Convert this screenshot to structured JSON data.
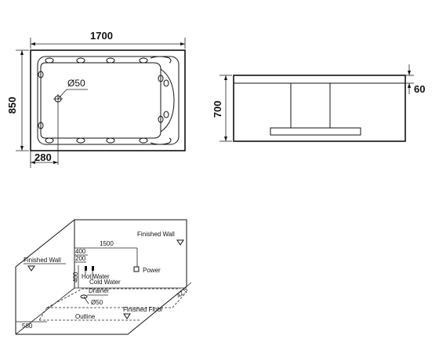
{
  "top_view": {
    "width_label": "1700",
    "depth_label": "850",
    "drain_offset_label": "280",
    "drain_diameter_label": "Ø50"
  },
  "side_view": {
    "height_label": "700",
    "rim_label": "60"
  },
  "install_view": {
    "finished_wall_right": "Finished Wall",
    "finished_wall_left": "Finished Wall",
    "dim_400_top": "400",
    "dim_200": "200",
    "dim_1500": "1500",
    "dim_400_side": "400",
    "power": "Power",
    "hot_water": "Hot Water",
    "cold_water": "Cold Water",
    "drainer": "Drainer",
    "drain_diameter": "Ø50",
    "finished_floor": "Finished Floor",
    "outline": "Outline",
    "dim_580": "580",
    "dim_425": "42.5"
  }
}
